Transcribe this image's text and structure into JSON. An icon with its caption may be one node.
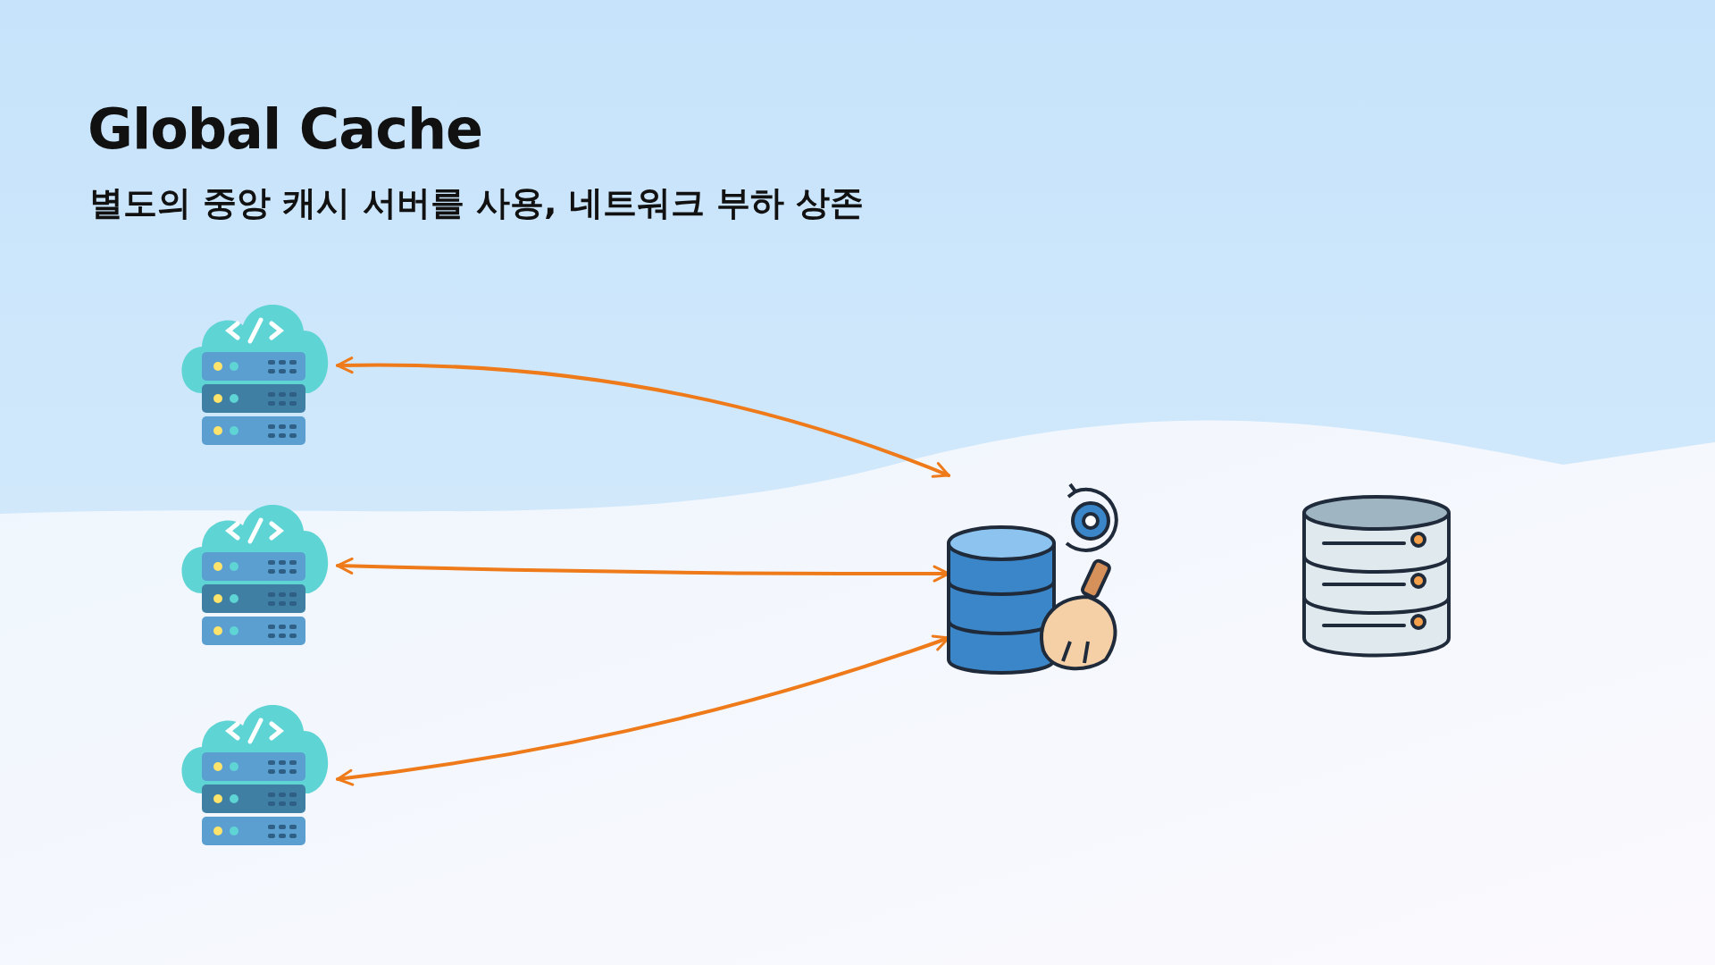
{
  "diagram": {
    "title": "Global Cache",
    "caption": "별도의 중앙 캐시 서버를 사용, 네트워크 부하 상존",
    "nodes": [
      {
        "text": [],
        "shape": "picture"
      },
      {
        "text": [],
        "shape": "picture"
      },
      {
        "text": [],
        "shape": "picture"
      },
      {
        "text": [],
        "shape": "picture"
      },
      {
        "text": [],
        "shape": "cylinder"
      }
    ],
    "edges": [
      {
        "from": 3,
        "to": 0,
        "arrow": "both"
      },
      {
        "from": 3,
        "to": 1,
        "arrow": "both"
      },
      {
        "from": 3,
        "to": 2,
        "arrow": "both"
      }
    ]
  }
}
